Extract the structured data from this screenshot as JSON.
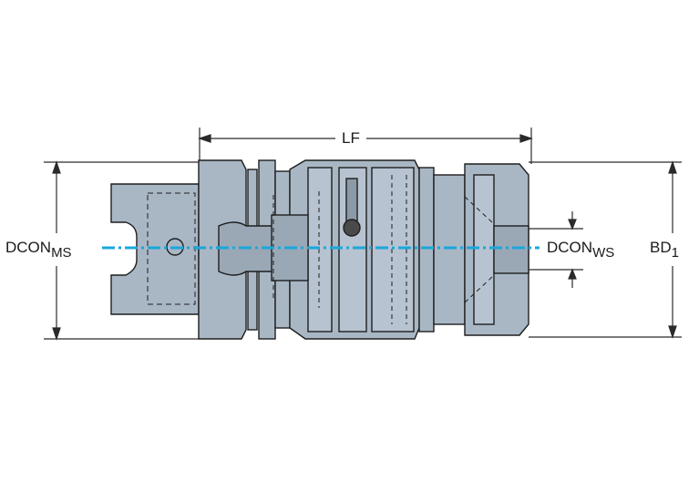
{
  "labels": {
    "lf": "LF",
    "dcon_ms_main": "DCON",
    "dcon_ms_sub": "MS",
    "dcon_ws_main": "DCON",
    "dcon_ws_sub": "WS",
    "bd_main": "BD",
    "bd_sub": "1"
  },
  "colors": {
    "body": "#a9b7c5",
    "body_dark": "#8c9aa8",
    "outline": "#1e1e1e",
    "axis": "#1aa7dc",
    "dimension": "#2a2a2a"
  }
}
